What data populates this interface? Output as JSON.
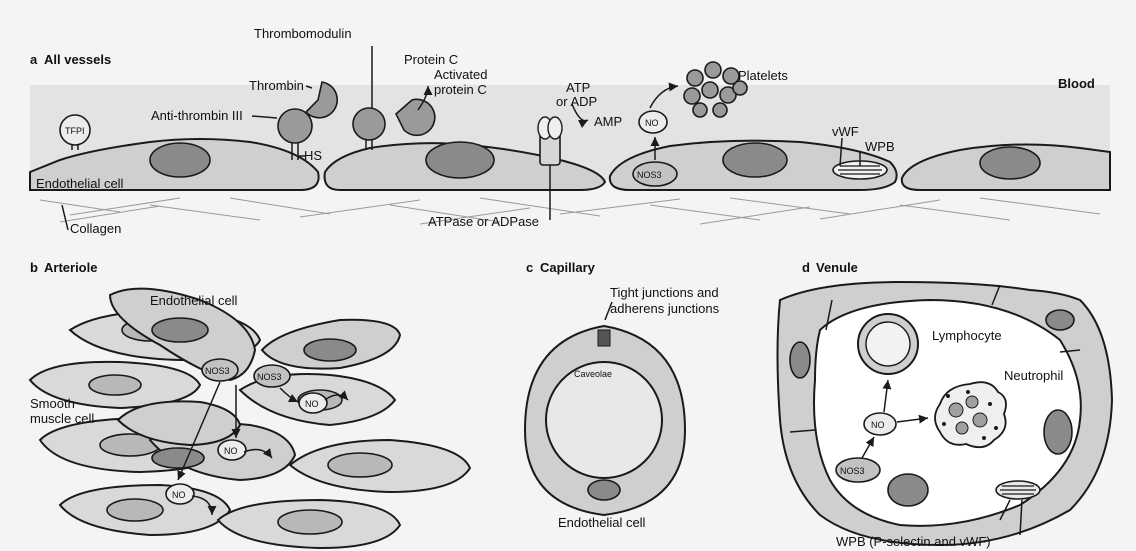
{
  "panels": {
    "a": {
      "letter": "a",
      "title": "All vessels",
      "labels": {
        "tfpi": "TFPI",
        "thrombomodulin": "Thrombomodulin",
        "thrombin": "Thrombin",
        "antithrombin": "Anti-thrombin III",
        "hs": "HS",
        "protein_c": "Protein C",
        "activated_1": "Activated",
        "activated_2": "protein C",
        "atp_1": "ATP",
        "atp_2": "or ADP",
        "amp": "AMP",
        "no": "NO",
        "nos3": "NOS3",
        "platelets": "Platelets",
        "vwf": "vWF",
        "wpb": "WPB",
        "blood": "Blood",
        "endothelial": "Endothelial cell",
        "collagen": "Collagen",
        "atpase": "ATPase or ADPase"
      }
    },
    "b": {
      "letter": "b",
      "title": "Arteriole",
      "labels": {
        "endothelial": "Endothelial cell",
        "smooth_1": "Smooth",
        "smooth_2": "muscle cell",
        "nos3": "NOS3",
        "no": "NO"
      }
    },
    "c": {
      "letter": "c",
      "title": "Capillary",
      "labels": {
        "tight_1": "Tight junctions and",
        "tight_2": "adherens junctions",
        "caveolae": "Caveolae",
        "endothelial": "Endothelial cell"
      }
    },
    "d": {
      "letter": "d",
      "title": "Venule",
      "labels": {
        "lymphocyte": "Lymphocyte",
        "neutrophil": "Neutrophil",
        "no": "NO",
        "nos3": "NOS3",
        "wpb": "WPB (P-selectin and vWF)"
      }
    }
  }
}
